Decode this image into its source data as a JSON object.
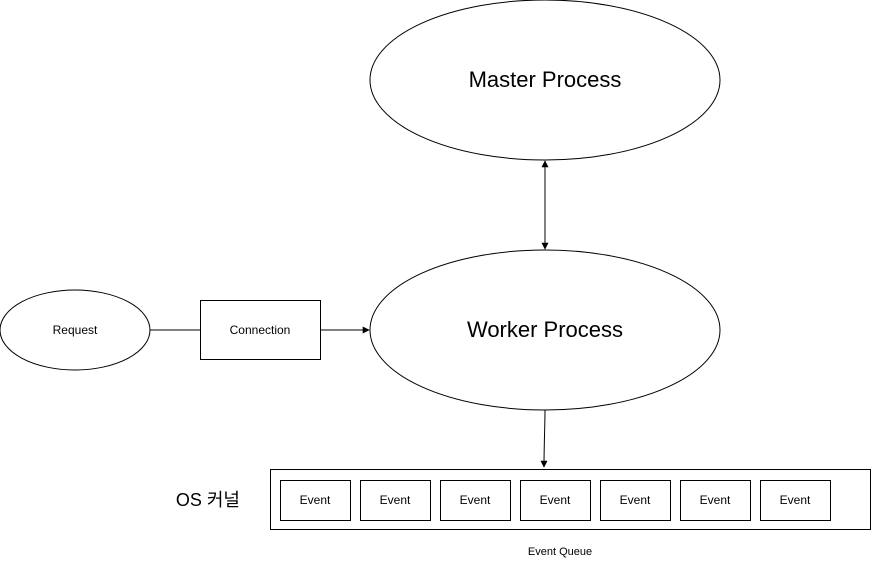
{
  "nodes": {
    "master": "Master Process",
    "worker": "Worker Process",
    "request": "Request",
    "connection": "Connection"
  },
  "os_kernel_label": "OS 커널",
  "event_queue": {
    "caption": "Event Queue",
    "events": [
      "Event",
      "Event",
      "Event",
      "Event",
      "Event",
      "Event",
      "Event"
    ]
  }
}
